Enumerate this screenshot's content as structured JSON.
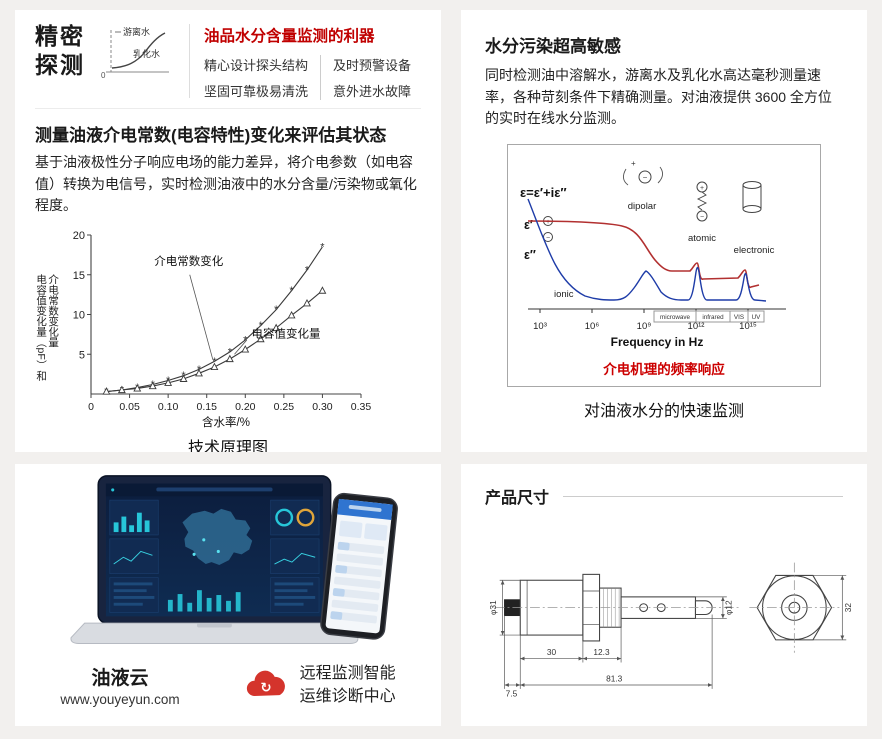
{
  "colors": {
    "accent_red": "#c00000",
    "caption_red": "#cc0000",
    "cloud_red": "#d4342c",
    "curve_red": "#b23030",
    "curve_blue": "#1e3ca8",
    "dashboard_teal": "#27c6d9"
  },
  "precision": {
    "title_line1": "精密",
    "title_line2": "探测",
    "icon_top": "游离水",
    "icon_bottom": "乳化水",
    "icon_zero": "0",
    "red_title": "油品水分含量监测的利器",
    "bullets_left": [
      "精心设计探头结构",
      "坚固可靠极易清洗"
    ],
    "bullets_right": [
      "及时预警设备",
      "意外进水故障"
    ]
  },
  "principle": {
    "heading": "测量油液介电常数(电容特性)变化来评估其状态",
    "paragraph": "基于油液极性分子响应电场的能力差异，将介电参数（如电容值）转换为电信号，实时检测油液中的水分含量/污染物或氧化程度。",
    "caption": "技术原理图"
  },
  "sensitivity": {
    "heading": "水分污染超高敏感",
    "paragraph": "同时检测油中溶解水，游离水及乳化水高达毫秒测量速率，各种苛刻条件下精确测量。对油液提供 3600 全方位的实时在线水分监测。",
    "caption": "对油液水分的快速监测"
  },
  "freq": {
    "formula": "ε=ε′+iε″",
    "eps1": "ε′",
    "eps2": "ε″",
    "plus": "+",
    "minus": "−",
    "labels": {
      "dipolar": "dipolar",
      "ionic": "ionic",
      "atomic": "atomic",
      "electronic": "electronic"
    },
    "xticks": [
      "10³",
      "10⁶",
      "10⁹",
      "10¹²",
      "10¹⁵"
    ],
    "bands": [
      "microwave",
      "infrared",
      "VIS",
      "UV"
    ],
    "xlabel": "Frequency in Hz",
    "caption": "介电机理的频率响应"
  },
  "cloud": {
    "brand": "油液云",
    "url": "www.youyeyun.com",
    "icon_glyph": "↻",
    "service_line1": "远程监测智能",
    "service_line2": "运维诊断中心"
  },
  "dimensions": {
    "heading": "产品尺寸",
    "labels": {
      "d_body": "φ31",
      "d_probe": "φ12",
      "len_body": "30",
      "len_step": "12.3",
      "len_cable": "7.5",
      "len_total": "81.3",
      "hex_width": "32"
    }
  },
  "chart_data": [
    {
      "type": "line",
      "title": "技术原理图",
      "x": [
        0.02,
        0.04,
        0.06,
        0.08,
        0.1,
        0.12,
        0.14,
        0.16,
        0.18,
        0.2,
        0.22,
        0.24,
        0.26,
        0.28,
        0.3
      ],
      "series": [
        {
          "name": "介电常数变化",
          "marker": "asterisk",
          "values": [
            0.3,
            0.5,
            0.8,
            1.2,
            1.7,
            2.3,
            3.1,
            4.1,
            5.3,
            6.8,
            8.6,
            10.6,
            13.0,
            15.6,
            18.5
          ]
        },
        {
          "name": "电容值变化量",
          "marker": "triangle",
          "values": [
            0.3,
            0.5,
            0.7,
            1.0,
            1.4,
            1.9,
            2.6,
            3.4,
            4.4,
            5.6,
            6.9,
            8.3,
            9.9,
            11.4,
            13.0
          ]
        }
      ],
      "xlabel": "含水率/%",
      "ylabel": "电容值变化量（pF）和介电常数变化量",
      "ylabel_lines": [
        "电容值变化量（pF）和",
        "介电常数变化量"
      ],
      "xticks": [
        "0",
        "0.05",
        "0.10",
        "0.15",
        "0.20",
        "0.25",
        "0.30",
        "0.35"
      ],
      "yticks": [
        5,
        10,
        15,
        20
      ],
      "xlim": [
        0,
        0.35
      ],
      "ylim": [
        0,
        20
      ],
      "grid": false,
      "annotations": [
        {
          "text": "介电常数变化",
          "x": 0.082,
          "y": 16.2,
          "lx1": 0.128,
          "ly1": 15.0,
          "lx2": 0.158,
          "ly2": 4.3
        },
        {
          "text": "电容值变化量",
          "x": 0.208,
          "y": 7.1,
          "lx1": 0.202,
          "ly1": 6.8,
          "lx2": 0.186,
          "ly2": 5.0
        }
      ]
    },
    {
      "type": "line",
      "title": "介电机理的频率响应",
      "xlabel": "Frequency in Hz",
      "x_scale": "log",
      "xticks": [
        "10³",
        "10⁶",
        "10⁹",
        "10¹²",
        "10¹⁵"
      ],
      "series": [
        {
          "name": "ε′",
          "color": "#b23030",
          "description": "high plateau, dipolar relaxation drop near 10⁹–10¹⁰ Hz, small resonance steps at atomic (~10¹²) and electronic (~10¹⁵)"
        },
        {
          "name": "ε″",
          "color": "#1e3ca8",
          "description": "ionic decay at low frequency, broad dipolar loss peak near 10⁹ Hz, sharp atomic and electronic resonance peaks"
        }
      ],
      "annotations": [
        "dipolar",
        "ionic",
        "atomic",
        "electronic"
      ],
      "bands": [
        "microwave",
        "infrared",
        "VIS",
        "UV"
      ]
    }
  ]
}
